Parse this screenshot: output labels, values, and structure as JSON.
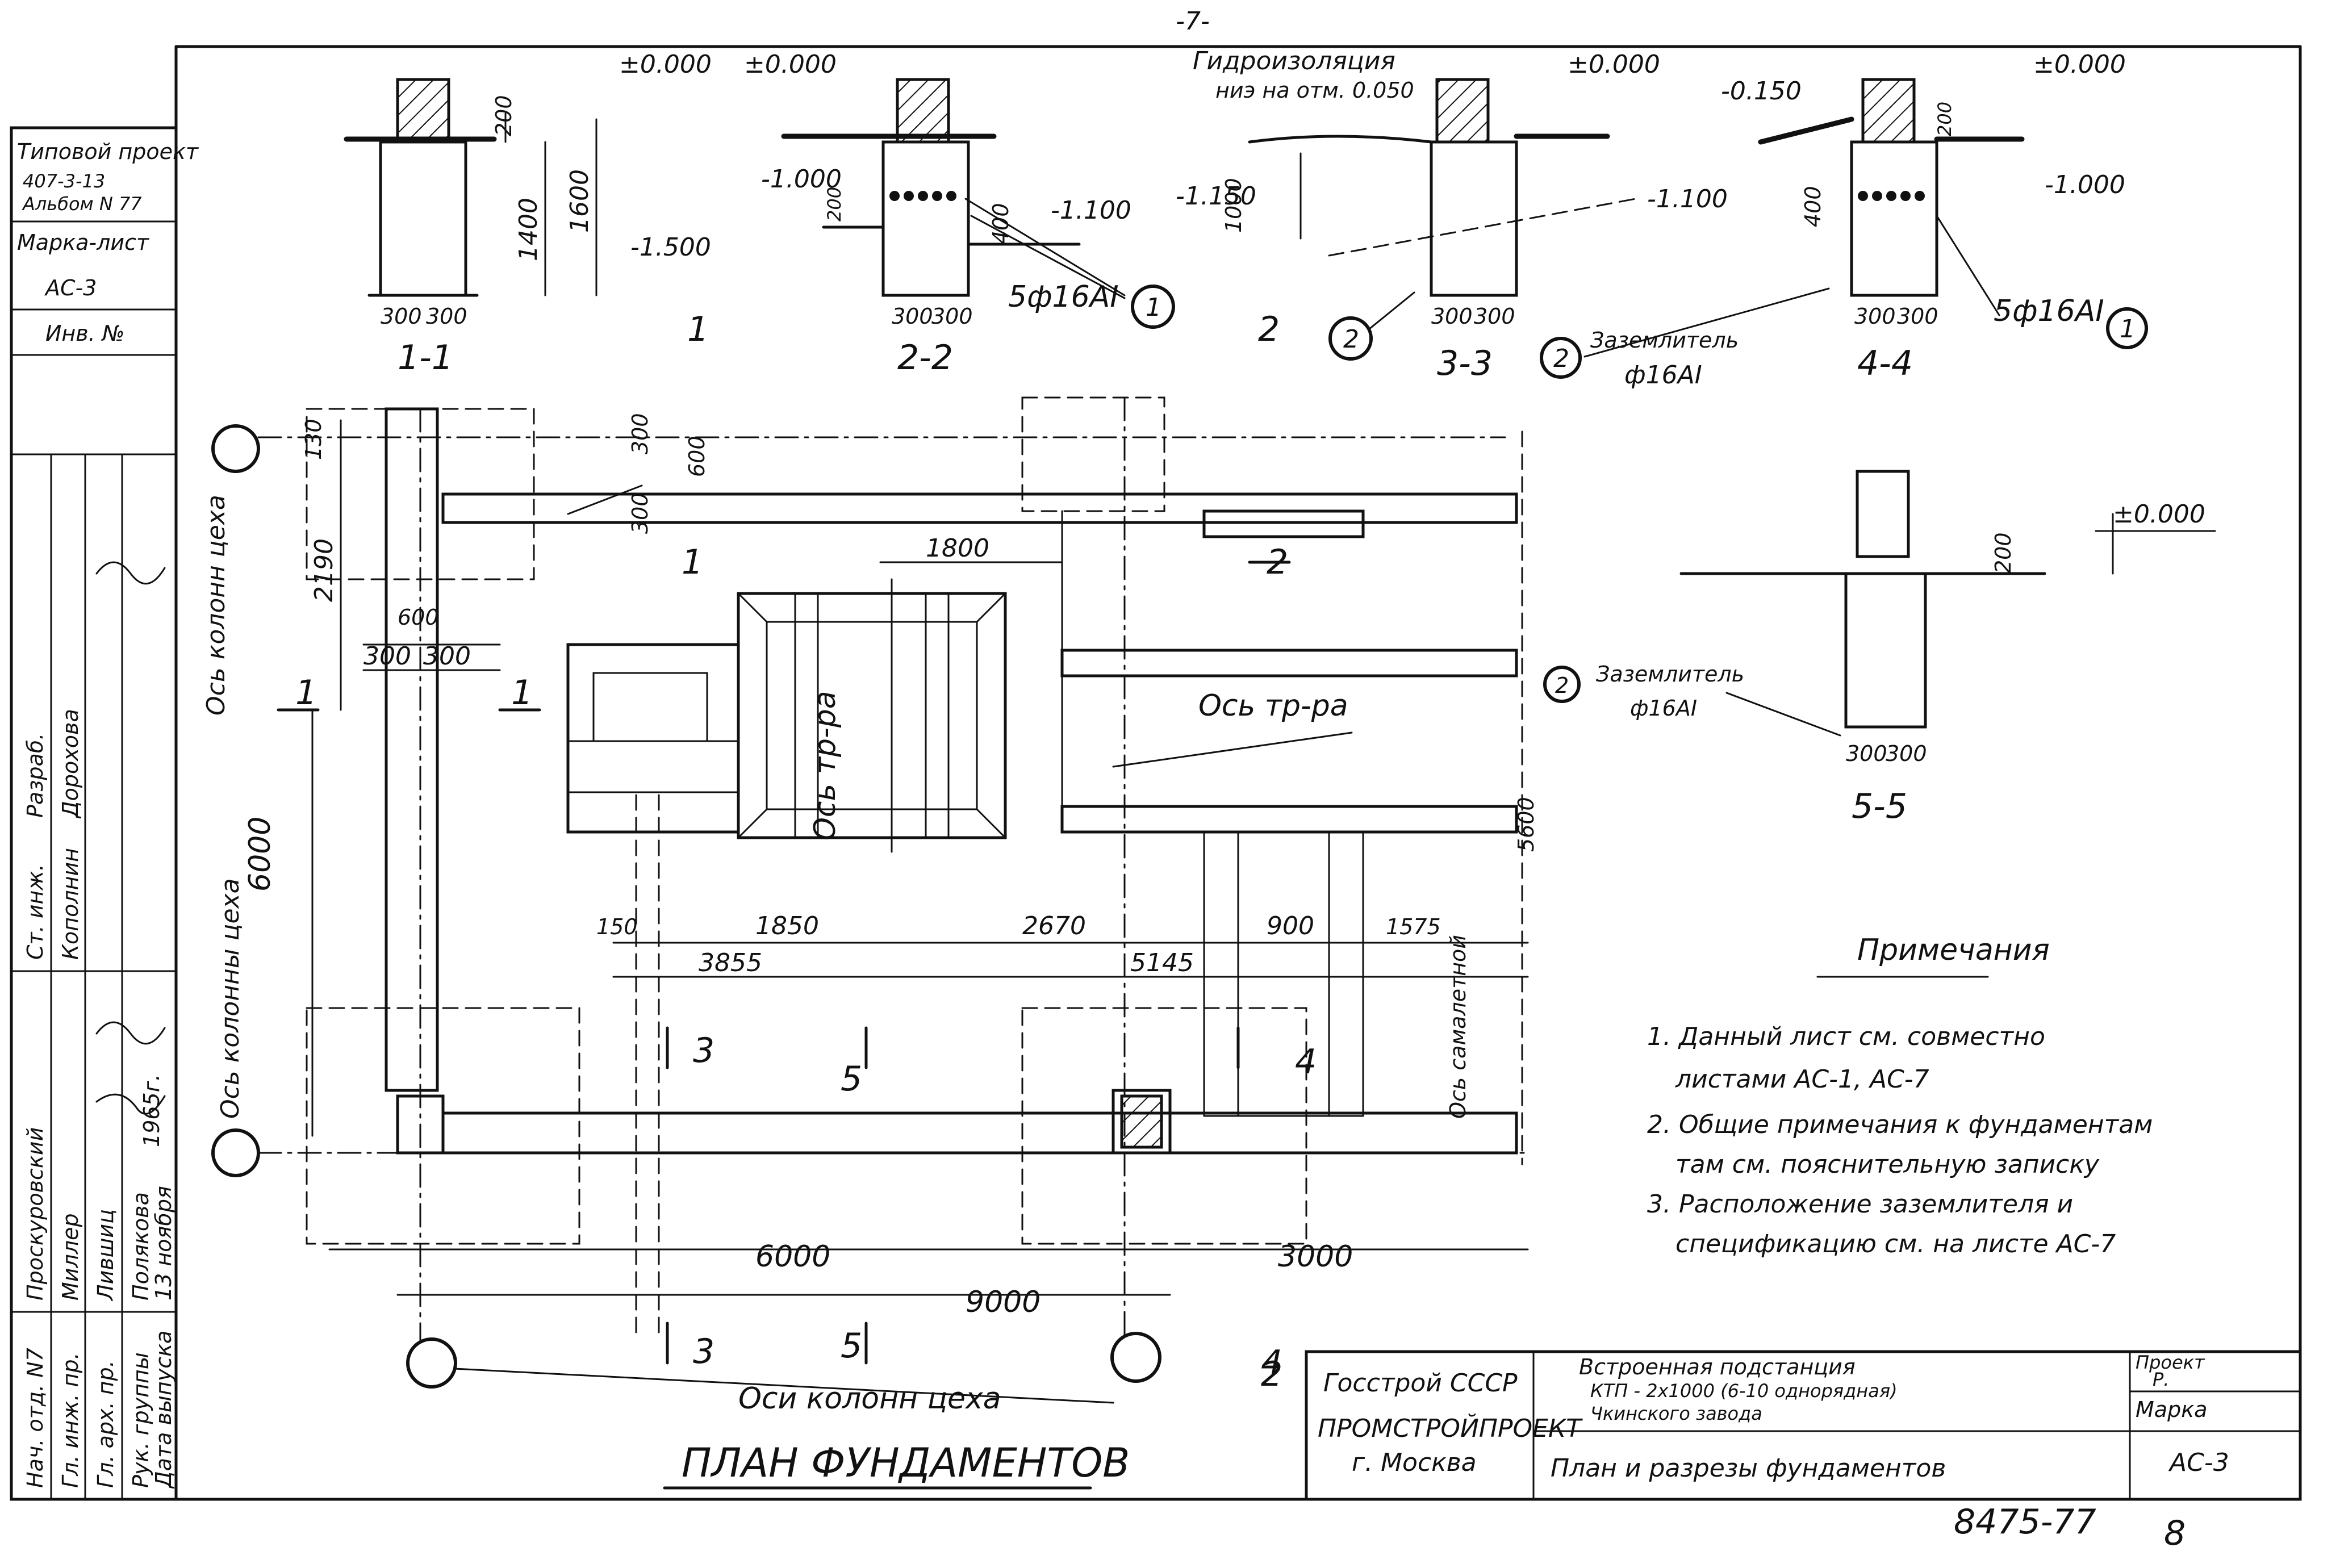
{
  "page_number": "-7-",
  "sheet_code": "8475-77",
  "sheet_index": "8",
  "plan_title": "ПЛАН ФУНДАМЕНТОВ",
  "side_stamp": {
    "project_label": "Типовой проект",
    "project_number": "407-3-13",
    "album": "Альбом N 77",
    "mark_sheet_label": "Марка-лист",
    "mark_sheet_value": "АС-3",
    "inv_label": "Инв. №",
    "roles": [
      {
        "role": "Нач. отд. N7",
        "name": "Проскуровский"
      },
      {
        "role": "Гл. инж. пр.",
        "name": "Миллер"
      },
      {
        "role": "Гл. арх. пр.",
        "name": "Лившиц"
      },
      {
        "role": "Рук. группы",
        "name": "Полякова"
      },
      {
        "role": "Ст. инж.",
        "name": "Кополнин"
      },
      {
        "role": "Разраб.",
        "name": "Дорохова"
      }
    ],
    "date_label": "Дата выпуска",
    "date_value": "13 ноября",
    "year": "1965г."
  },
  "title_block": {
    "org1": "Госстрой СССР",
    "org2": "ПРОМСТРОЙПРОЕКТ",
    "org3": "г. Москва",
    "project_title_l1": "Встроенная подстанция",
    "project_title_l2": "КТП - 2х1000 (6-10 однорядная)",
    "project_title_l3": "Чкинского завода",
    "sheet_title": "План и разрезы фундаментов",
    "stage_label": "Проект",
    "stage_value": "Р.",
    "mark_label": "Марка",
    "mark_value": "АС-3"
  },
  "sections": [
    {
      "id": "1-1",
      "label": "1-1",
      "marks": [
        "±0.000",
        "1400",
        "1600",
        "-1.500",
        "300",
        "300",
        "200"
      ]
    },
    {
      "id": "2-2",
      "label": "2-2",
      "marks": [
        "±0.000",
        "-1.000",
        "-1.100",
        "400",
        "300",
        "300",
        "200",
        "5ф16АI"
      ]
    },
    {
      "id": "3-3",
      "label": "3-3",
      "marks": [
        "Гидроизоляция",
        "ниэ на отм. 0.050",
        "±0.000",
        "-1.150",
        "1000",
        "300",
        "300"
      ]
    },
    {
      "id": "4-4",
      "label": "4-4",
      "marks": [
        "±0.000",
        "-0.150",
        "-1.100",
        "-1.000",
        "400",
        "300",
        "300",
        "200",
        "5ф16АI"
      ]
    },
    {
      "id": "5-5",
      "label": "5-5",
      "marks": [
        "±0.000",
        "200",
        "300",
        "300"
      ]
    }
  ],
  "grounding": {
    "label": "Заземлитель",
    "spec": "ф16АI",
    "ref_number": "2",
    "bar_ref_number": "1"
  },
  "plan_labels": {
    "axis_columns_shop": "Ось колонн цеха",
    "axis_column_shop_vertical": "Ось колонны цеха",
    "axis_transformer": "Ось тр-ра",
    "axis_transformer_vertical": "Ось тр-ра",
    "axis_garage": "Ось самалетной",
    "axes_columns_shop": "Оси колонн цеха",
    "dims": {
      "d130": "130",
      "d300a": "300",
      "d300b": "300",
      "d600": "600",
      "d2190": "2190",
      "d600b": "600",
      "d300c": "300",
      "d300d": "300",
      "d6000v": "6000",
      "d1800": "1800",
      "d150": "150",
      "d1850": "1850",
      "d2670": "2670",
      "d900": "900",
      "d1575": "1575",
      "d3855": "3855",
      "d5145": "5145",
      "d6000h": "6000",
      "d3000": "3000",
      "d9000": "9000",
      "d5600": "5600"
    },
    "section_cut_marks": [
      "1",
      "1",
      "2",
      "2",
      "3",
      "3",
      "4",
      "4",
      "5",
      "5"
    ]
  },
  "notes": {
    "title": "Примечания",
    "items": [
      "1. Данный лист см. совместно",
      "листами АС-1, АС-7",
      "2. Общие примечания к фундаментам",
      "там см. пояснительную записку",
      "3. Расположение заземлителя и",
      "спецификацию см. на листе АС-7"
    ]
  }
}
